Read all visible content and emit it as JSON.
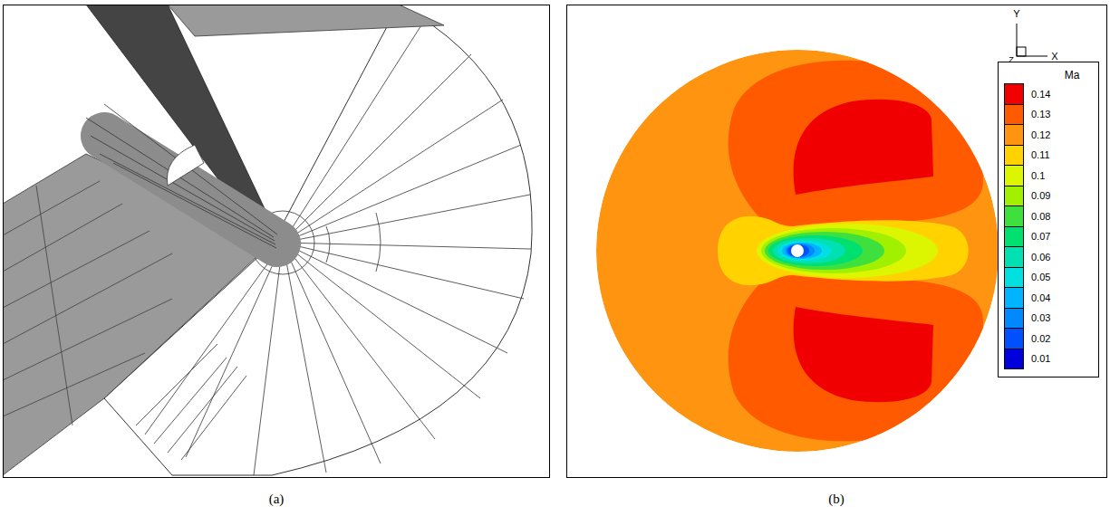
{
  "diagram": {
    "labels": [
      "(a)",
      "(b)",
      "Y",
      "X",
      "Z",
      "Ma"
    ],
    "legend": [
      {
        "text": "0.14",
        "color": "#f00000"
      },
      {
        "text": "0.13",
        "color": "#ff5a00"
      },
      {
        "text": "0.12",
        "color": "#ff9410"
      },
      {
        "text": "0.11",
        "color": "#ffd200"
      },
      {
        "text": "0.1",
        "color": "#dcf500"
      },
      {
        "text": "0.09",
        "color": "#a0f000"
      },
      {
        "text": "0.08",
        "color": "#3ee03e"
      },
      {
        "text": "0.07",
        "color": "#00e070"
      },
      {
        "text": "0.06",
        "color": "#00e0b0"
      },
      {
        "text": "0.05",
        "color": "#00e0e0"
      },
      {
        "text": "0.04",
        "color": "#00b4ff"
      },
      {
        "text": "0.03",
        "color": "#0088ff"
      },
      {
        "text": "0.02",
        "color": "#0050ff"
      },
      {
        "text": "0.01",
        "color": "#0000dc"
      }
    ]
  }
}
